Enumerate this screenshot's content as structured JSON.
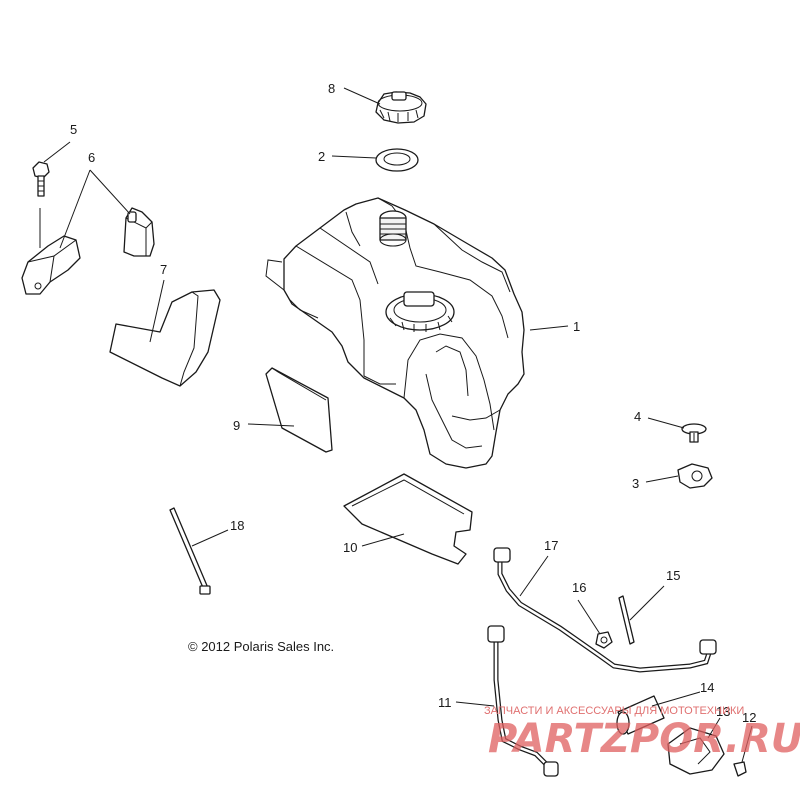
{
  "copyright": "© 2012 Polaris Sales Inc.",
  "watermark": {
    "text": "ЗАПЧАСТИ И АКСЕССУАРЫ ДЛЯ МОТОТЕХНИКИ",
    "logo": "PARTZPOR.RU"
  },
  "callouts": {
    "1": "1",
    "2": "2",
    "3": "3",
    "4": "4",
    "5": "5",
    "6": "6",
    "7": "7",
    "8": "8",
    "9": "9",
    "10": "10",
    "11": "11",
    "12": "12",
    "13": "13",
    "14": "14",
    "15": "15",
    "16": "16",
    "17": "17",
    "18": "18"
  }
}
